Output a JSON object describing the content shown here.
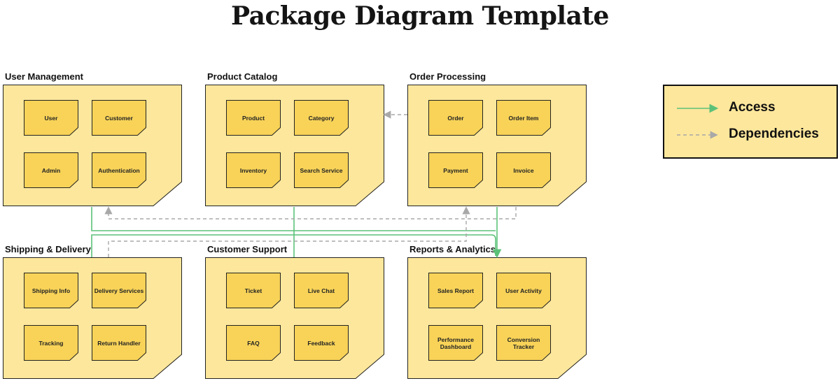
{
  "title": "Package Diagram Template",
  "packages": [
    {
      "name": "User Management",
      "classes": [
        "User",
        "Customer",
        "Admin",
        "Authentication"
      ]
    },
    {
      "name": "Product Catalog",
      "classes": [
        "Product",
        "Category",
        "Inventory",
        "Search Service"
      ]
    },
    {
      "name": "Order Processing",
      "classes": [
        "Order",
        "Order Item",
        "Payment",
        "Invoice"
      ]
    },
    {
      "name": "Shipping & Delivery",
      "classes": [
        "Shipping Info",
        "Delivery Services",
        "Tracking",
        "Return Handler"
      ]
    },
    {
      "name": "Customer Support",
      "classes": [
        "Ticket",
        "Live Chat",
        "FAQ",
        "Feedback"
      ]
    },
    {
      "name": "Reports & Analytics",
      "classes": [
        "Sales Report",
        "User Activity",
        "Performance Dashboard",
        "Conversion Tracker"
      ]
    }
  ],
  "legend": {
    "access": "Access",
    "dependencies": "Dependencies"
  },
  "colors": {
    "package_fill": "#fde79c",
    "class_fill": "#f8d358",
    "access_line": "#5cc178",
    "dependency_line": "#a8a8a8",
    "outline": "#222222"
  }
}
